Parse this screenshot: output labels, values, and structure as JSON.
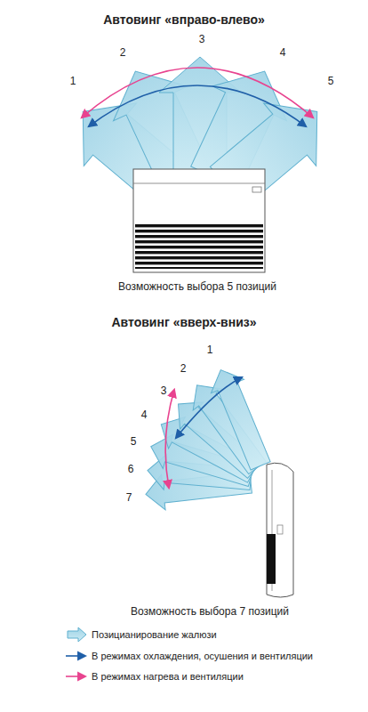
{
  "diagram": {
    "title": "Автовинг «вправо-влево»",
    "labels": [
      "1",
      "2",
      "3",
      "4",
      "5",
      "Возможность выбора 5 позиций",
      "Автовинг «вверх-вниз»",
      "1",
      "2",
      "3",
      "4",
      "5",
      "6",
      "7",
      "Возможность выбора 7 позиций"
    ],
    "legend": [
      {
        "text": "Позицианирование жалюзи"
      },
      {
        "text": "В режимах охлаждения, осушения и вентиляции"
      },
      {
        "text": "В режимах нагрева и вентиляции"
      }
    ]
  }
}
